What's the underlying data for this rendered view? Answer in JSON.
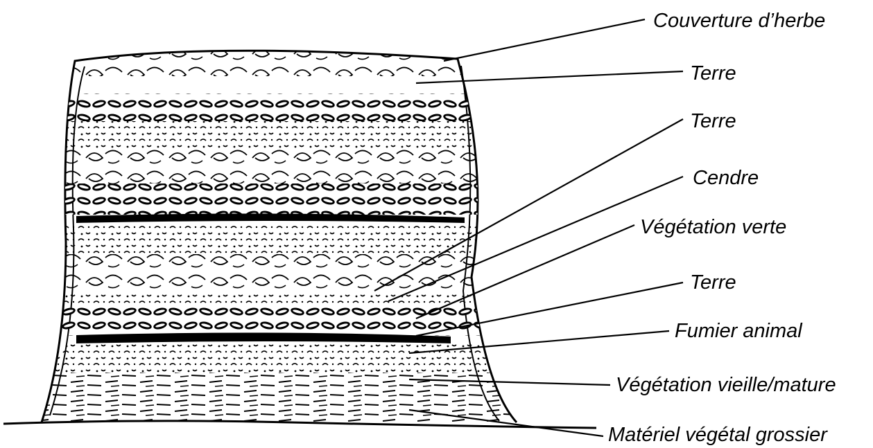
{
  "diagram": {
    "labels": [
      "Couverture d’herbe",
      "Terre",
      "Terre",
      "Cendre",
      "Végétation verte",
      "Terre",
      "Fumier animal",
      "Végétation vieille/mature",
      "Matériel végétal grossier"
    ]
  }
}
